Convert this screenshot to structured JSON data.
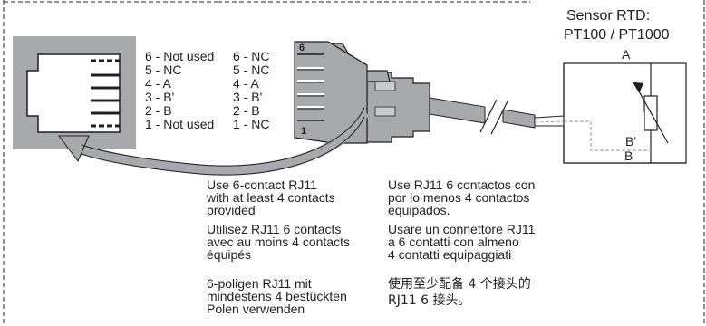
{
  "sensor": {
    "title": "Sensor RTD:",
    "subtitle": "PT100 / PT1000",
    "wire_a": "A",
    "wire_b_prime": "B'",
    "wire_b": "B"
  },
  "socket_pins": [
    "6 - Not used",
    "5 - NC",
    "4 - A",
    "3 - B'",
    "2 - B",
    "1 - Not used"
  ],
  "plug_pins": [
    "6 - NC",
    "5 - NC",
    "4 - A",
    "3 - B'",
    "2 - B",
    "1 - NC"
  ],
  "plug_marks": {
    "top": "6",
    "bottom": "1"
  },
  "notes": {
    "en": [
      "Use 6-contact RJ11",
      "with at least 4 contacts",
      "provided"
    ],
    "fr": [
      "Utilisez RJ11 6 contacts",
      "avec au moins 4 contacts",
      "équipés"
    ],
    "de": [
      "6-poligen RJ11 mit",
      "mindestens 4 bestückten",
      "Polen verwenden"
    ],
    "es": [
      "Use RJ11 6 contactos con",
      "por lo menos 4 contactos",
      "equipados."
    ],
    "it": [
      "Usare un connettore RJ11",
      "a 6 contatti con almeno",
      "4 contatti equipaggiati"
    ],
    "zh": [
      "使用至少配备 4 个接头的",
      "RJ11 6 接头。"
    ]
  }
}
